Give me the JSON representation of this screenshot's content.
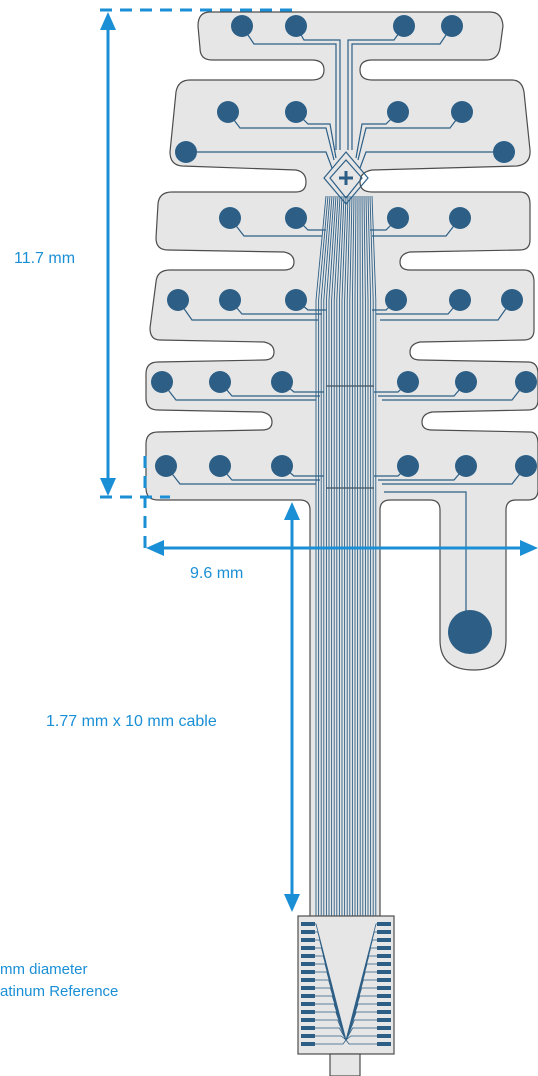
{
  "dimensions": {
    "height_label": "11.7 mm",
    "width_label": "9.6 mm",
    "cable_label": "1.77 mm x 10 mm cable"
  },
  "reference": {
    "line1": "mm diameter",
    "line2": "atinum Reference"
  },
  "colors": {
    "dimension": "#1a8fd6",
    "substrate_fill": "#e6e6e6",
    "substrate_stroke": "#4d4d4d",
    "electrode": "#2d5f86",
    "trace": "#2d5f86"
  }
}
